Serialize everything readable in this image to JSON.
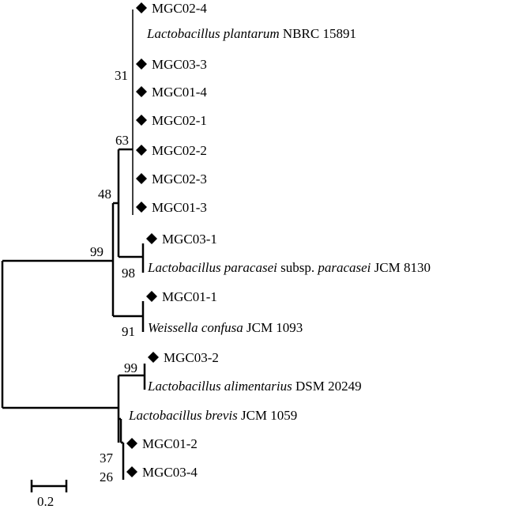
{
  "tree": {
    "leaves": [
      {
        "marker": true,
        "name": "MGC02-4"
      },
      {
        "marker": false,
        "genus": "Lactobacillus plantarum",
        "strain": " NBRC 15891"
      },
      {
        "marker": true,
        "name": "MGC03-3"
      },
      {
        "marker": true,
        "name": "MGC01-4"
      },
      {
        "marker": true,
        "name": "MGC02-1"
      },
      {
        "marker": true,
        "name": "MGC02-2"
      },
      {
        "marker": true,
        "name": "MGC02-3"
      },
      {
        "marker": true,
        "name": "MGC01-3"
      },
      {
        "marker": true,
        "name": "MGC03-1"
      },
      {
        "marker": false,
        "genus": "Lactobacillus paracasei",
        "mid": " subsp. ",
        "sub": "paracasei",
        "strain": " JCM 8130"
      },
      {
        "marker": true,
        "name": "MGC01-1"
      },
      {
        "marker": false,
        "genus": "Weissella confusa",
        "strain": " JCM 1093"
      },
      {
        "marker": true,
        "name": "MGC03-2"
      },
      {
        "marker": false,
        "genus": "Lactobacillus alimentarius",
        "strain": " DSM 20249"
      },
      {
        "marker": false,
        "genus": "Lactobacillus brevis",
        "strain": " JCM 1059"
      },
      {
        "marker": true,
        "name": "MGC01-2"
      },
      {
        "marker": true,
        "name": "MGC03-4"
      }
    ],
    "bootstrap": [
      "31",
      "63",
      "48",
      "99",
      "98",
      "91",
      "99",
      "37",
      "26"
    ],
    "scale_bar": "0.2",
    "marker_color": "#000000"
  }
}
